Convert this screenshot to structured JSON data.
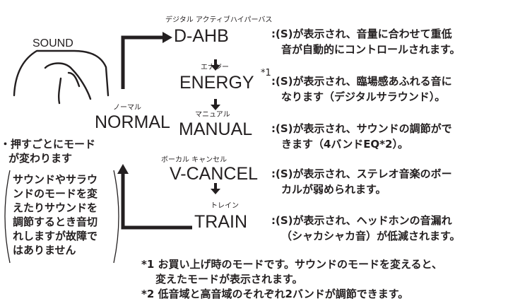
{
  "button": {
    "label": "SOUND"
  },
  "normal": {
    "reading": "ノーマル",
    "name": "NORMAL"
  },
  "modes": [
    {
      "reading": "デジタル アクティブハイパーバス",
      "name": "D-AHB",
      "sup": "",
      "desc": [
        ":(S)が表示され、音量に合わせて重低",
        "音が自動的にコントロールされます。"
      ]
    },
    {
      "reading": "エナジー",
      "name": "ENERGY",
      "sup": "*1",
      "desc": [
        ":(S)が表示され、臨場感あふれる音に",
        "なります（デジタルサラウンド）。"
      ]
    },
    {
      "reading": "マニュアル",
      "name": "MANUAL",
      "sup": "",
      "desc": [
        ":(S)が表示され、サウンドの調節がで",
        "きます（4バンドEQ*2）。"
      ]
    },
    {
      "reading": "ボーカル キャンセル",
      "name": "V-CANCEL",
      "sup": "",
      "desc": [
        ":(S)が表示され、ステレオ音楽のボー",
        "カルが弱められます。"
      ]
    },
    {
      "reading": "トレイン",
      "name": "TRAIN",
      "sup": "",
      "desc": [
        ":(S)が表示され、ヘッドホンの音漏れ",
        "（シャカシャカ音）が低減されます。"
      ]
    }
  ],
  "side_note": {
    "lines": [
      "・押すごとにモード",
      "が変わります"
    ]
  },
  "paren_note": {
    "lines": [
      "サウンドやサラウ",
      "ンドのモードを変",
      "えたりサウンドを",
      "調節するとき音切",
      "れしますが故障で",
      "はありません"
    ]
  },
  "footnotes": [
    "*1 お買い上げ時のモードです。サウンドのモードを変えると、",
    "変えたモードが表示されます。",
    "*2 低音域と高音域のそれぞれ2バンドが調節できます。"
  ]
}
